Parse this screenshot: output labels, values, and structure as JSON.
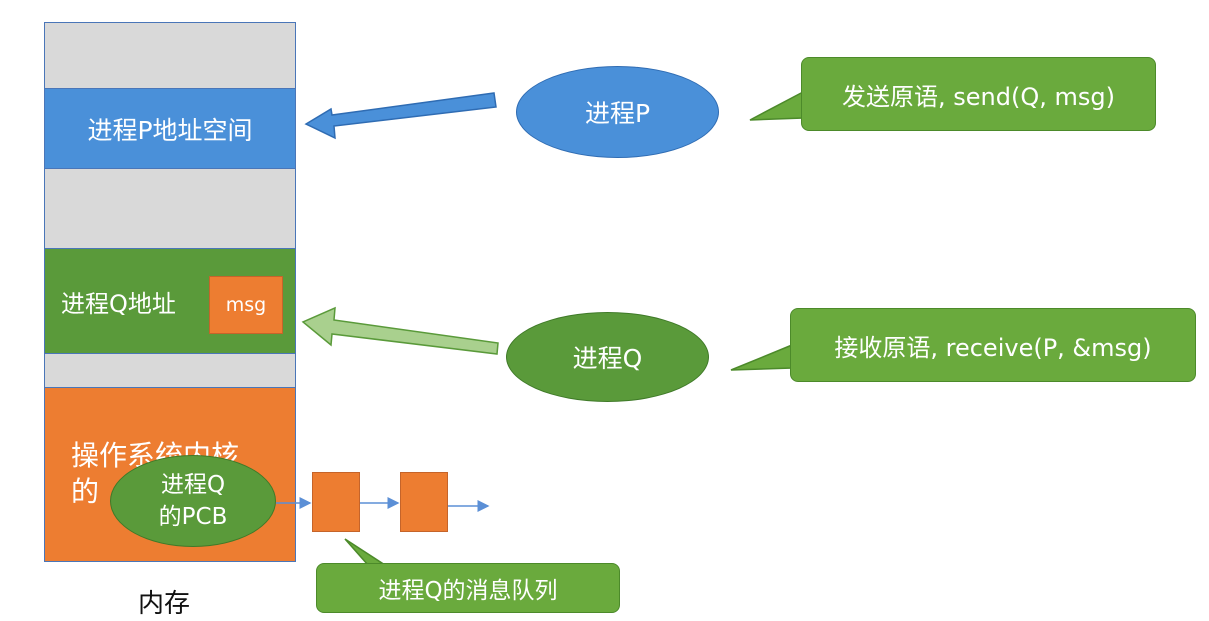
{
  "memory": {
    "process_p_space": "进程P地址空间",
    "process_q_space": "进程Q地址",
    "msg_box": "msg",
    "os_kernel_line1": "操作系统内核",
    "os_kernel_line2": "的",
    "pcb_line1": "进程Q",
    "pcb_line2": "的PCB",
    "label": "内存"
  },
  "process_p": {
    "label": "进程P",
    "callout": "发送原语, send(Q, msg)"
  },
  "process_q": {
    "label": "进程Q",
    "callout": "接收原语, receive(P, &msg)"
  },
  "message_queue": {
    "callout": "进程Q的消息队列"
  },
  "colors": {
    "blue": "#4a90d9",
    "green": "#5a9a3a",
    "callout_green": "#6aaa3d",
    "orange": "#ed7d31",
    "gray": "#d9d9d9"
  }
}
